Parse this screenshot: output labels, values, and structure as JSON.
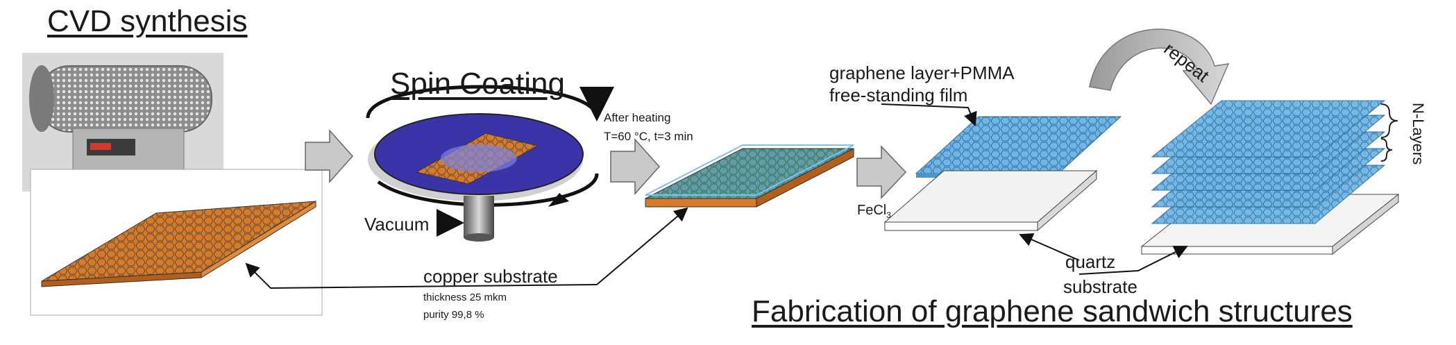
{
  "titles": {
    "cvd": "CVD synthesis",
    "spin": "Spin Coating",
    "fabrication": "Fabrication of graphene sandwich structures"
  },
  "labels": {
    "vacuum": "Vacuum",
    "after_heating_1": "After heating",
    "after_heating_2": "T=60 °C, t=3 min",
    "graphene_1": "graphene layer+PMMA",
    "graphene_2": "free-standing film",
    "fecl": "FeCl",
    "fecl_sub": "3",
    "quartz": "quartz",
    "substrate": "substrate",
    "copper": "copper substrate",
    "thickness": "thickness 25 mkm",
    "purity": "purity 99,8 %",
    "repeat": "repeat",
    "n_layers": "N-Layers"
  },
  "colors": {
    "copper": "#d77a2a",
    "copper_dark": "#b35f1c",
    "graphene_blue": "#6fb6e6",
    "plate": "#3a34a8",
    "arrow_gray": "#c9c9c9"
  }
}
